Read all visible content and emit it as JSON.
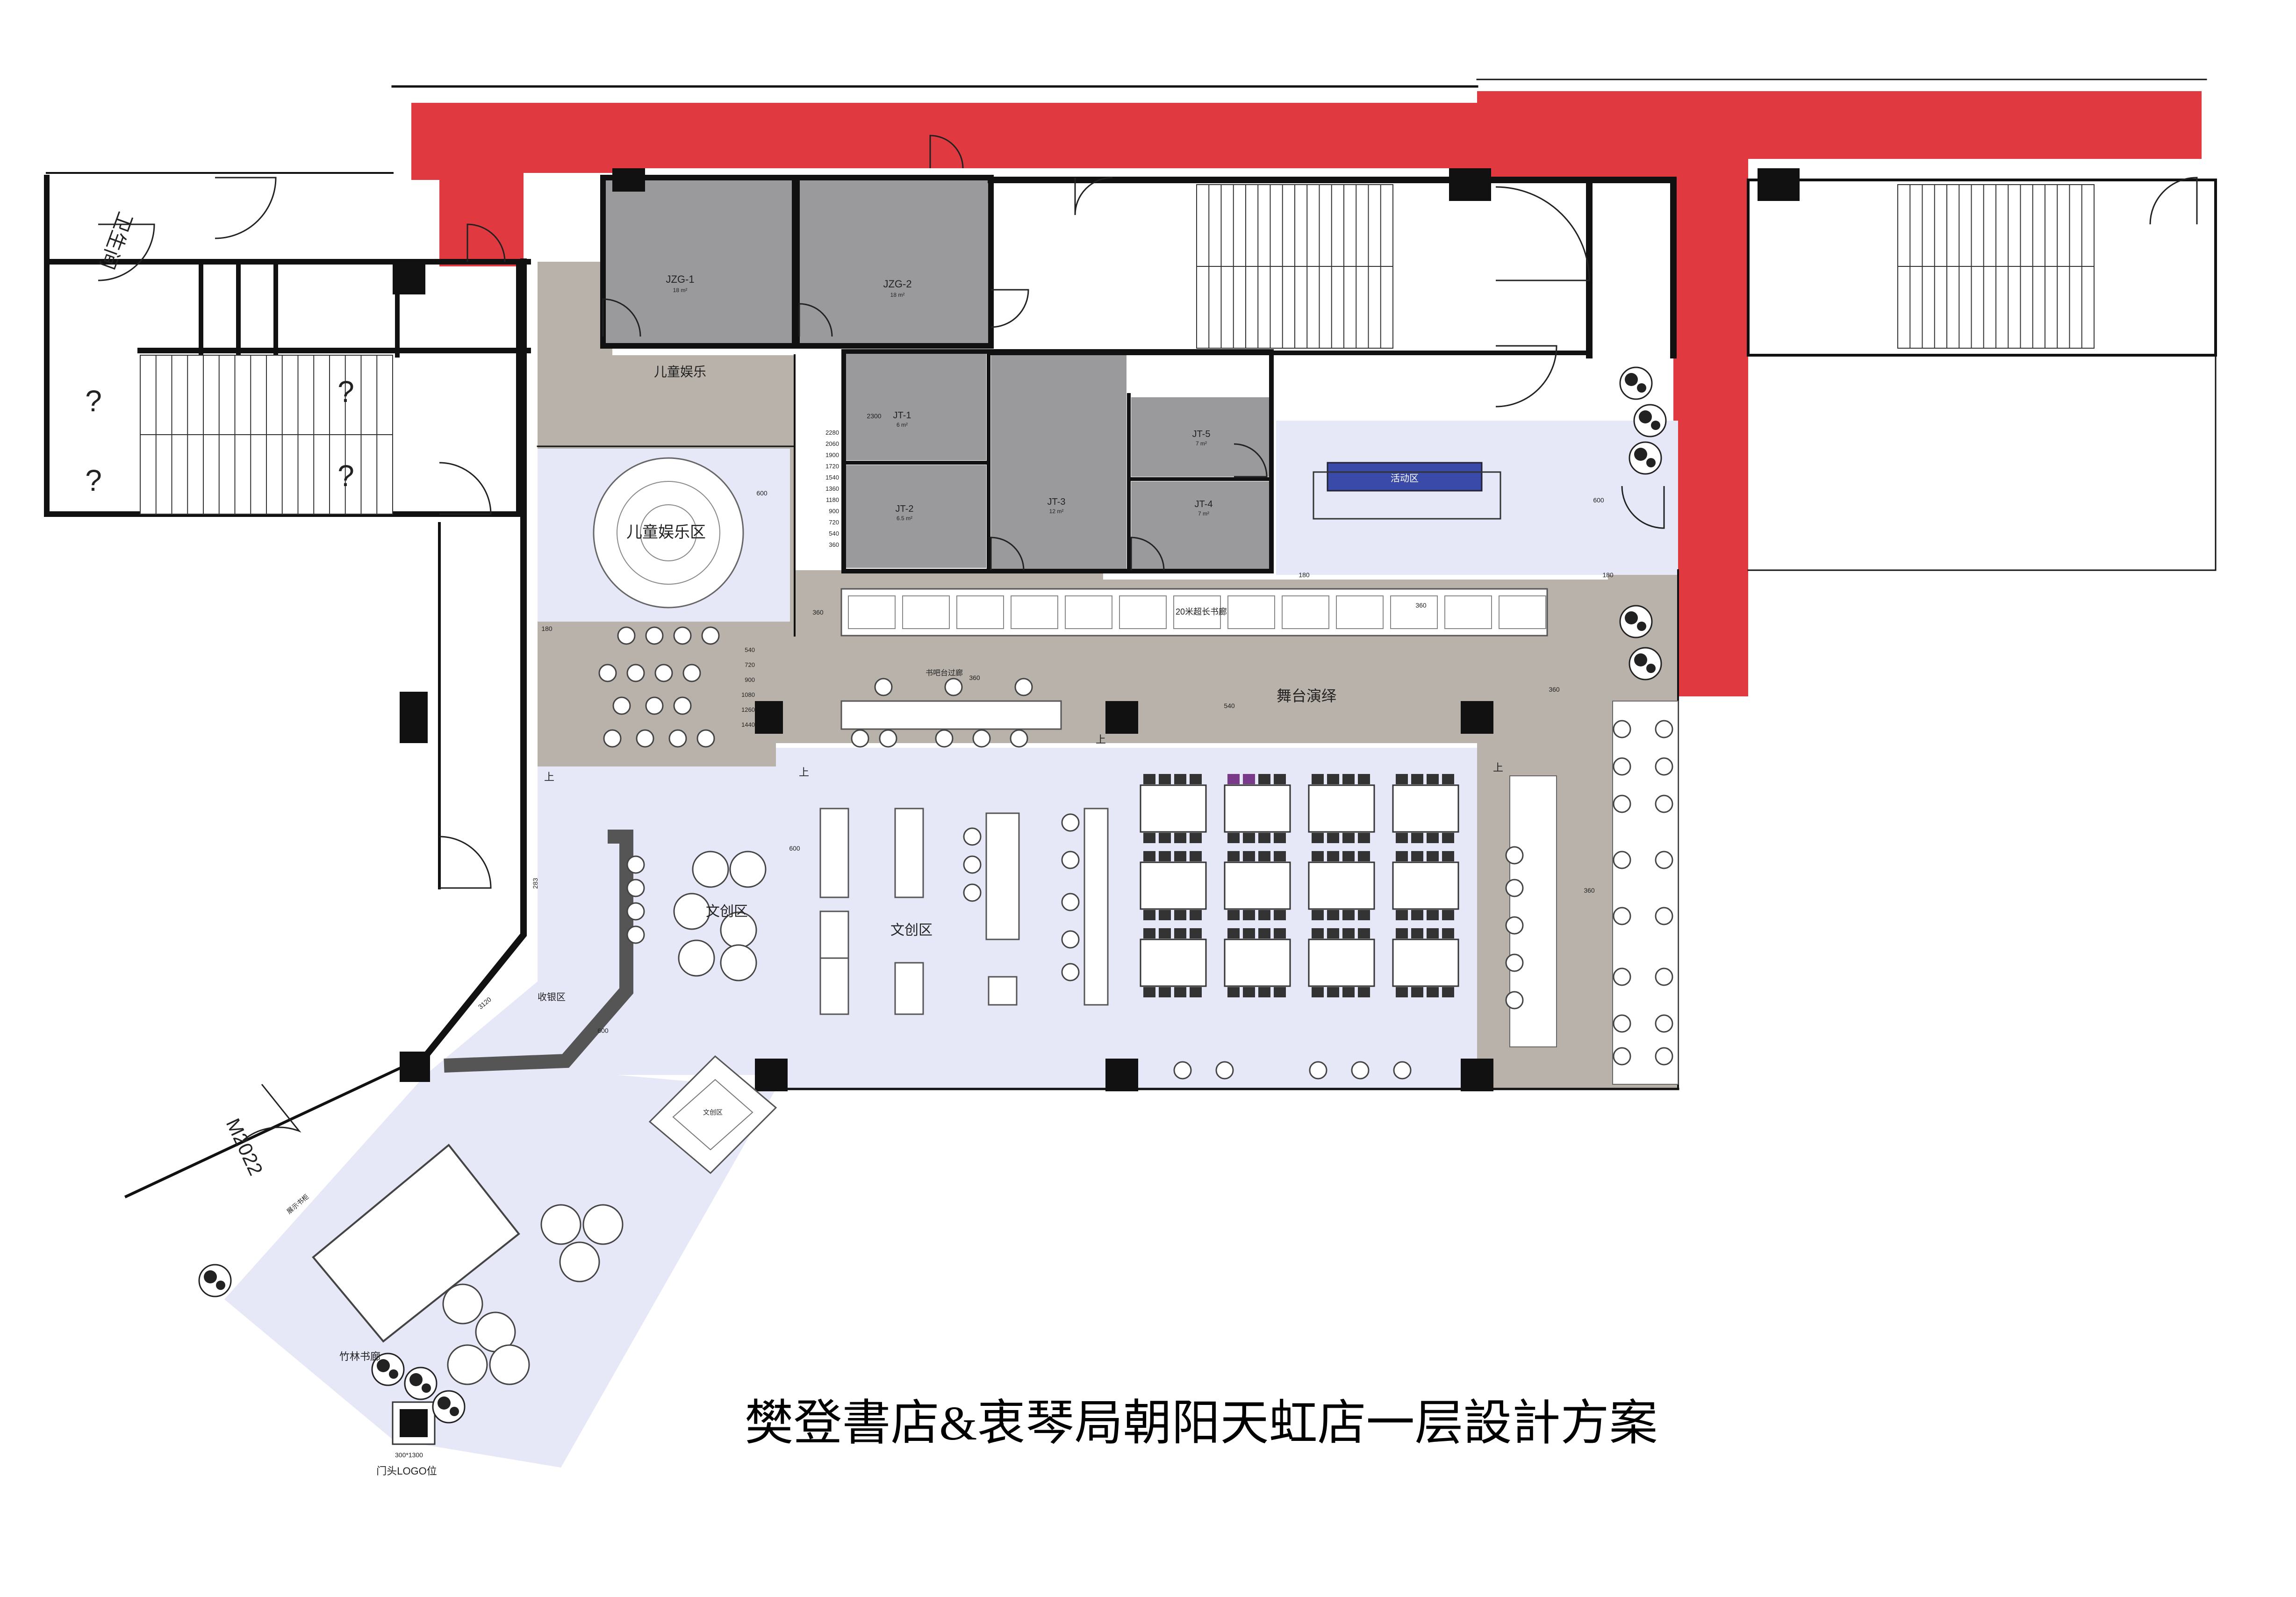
{
  "title": "樊登書店&衷琴局朝阳天虹店一层設計方案",
  "rooms": {
    "jzg1": {
      "name": "JZG-1",
      "area": "18 m²"
    },
    "jzg2": {
      "name": "JZG-2",
      "area": "18 m²"
    },
    "jt1": {
      "name": "JT-1",
      "area": "6 m²"
    },
    "jt2": {
      "name": "JT-2",
      "area": "6.5 m²"
    },
    "jt3": {
      "name": "JT-3",
      "area": "12 m²"
    },
    "jt4": {
      "name": "JT-4",
      "area": "7 m²"
    },
    "jt5": {
      "name": "JT-5",
      "area": "7 m²"
    }
  },
  "zones": {
    "kids_play_top": "儿童娱乐",
    "kids_play_area": "儿童娱乐区",
    "activity_area": "活动区",
    "long_bookshelf": "20米超长书廊",
    "bar_counter": "书吧台过廊",
    "stage": "舞台演绎",
    "creative_left": "文创区",
    "creative_mid": "文创区",
    "creative_small": "文创区",
    "cashier": "收银区",
    "bamboo": "竹林书廊",
    "logo_spot": "门头LOGO位",
    "logo_size": "300*1300",
    "door_code": "M2022",
    "display_label": "展示书柜",
    "restroom_label": "卫生间"
  },
  "dims": {
    "d360a": "360",
    "d360b": "360",
    "d360c": "360",
    "d360d": "360",
    "d360e": "360",
    "d540": "540",
    "d180a": "180",
    "d180b": "180",
    "d180c": "180",
    "d600a": "600",
    "d600b": "600",
    "d600c": "600",
    "d600d": "600",
    "d2300": "2300",
    "d283": "283",
    "d3120": "3120"
  },
  "stairs_dims": [
    "2280",
    "2060",
    "1900",
    "1720",
    "1540",
    "1360",
    "1180",
    "900",
    "720",
    "540",
    "360"
  ],
  "bench_dims": [
    "540",
    "720",
    "900",
    "1080",
    "1260",
    "1440"
  ],
  "up_marks": [
    "上",
    "上",
    "上",
    "上"
  ],
  "question_marks": [
    "?",
    "?",
    "?",
    "?"
  ],
  "colors": {
    "red": "#e03a40",
    "room_gray": "#9a9a9c",
    "floor_tan": "#b9b2aa",
    "zone_lavender": "#e6e8f8",
    "wall": "#111111",
    "activity_table": "#3a4aa8",
    "purple_chair": "#7a3a8a"
  }
}
